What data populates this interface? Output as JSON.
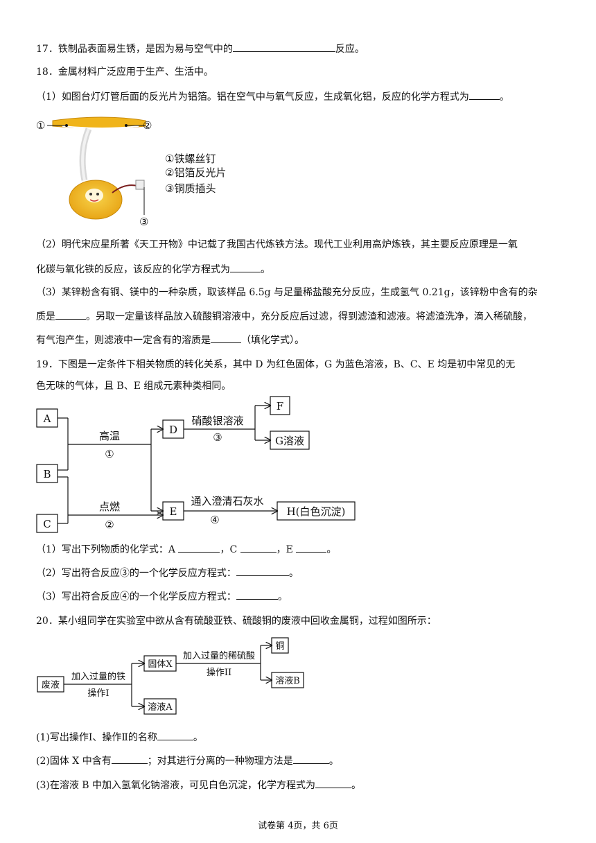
{
  "q17": {
    "before": "17．铁制品表面易生锈，是因为易与空气中的",
    "after": "反应。"
  },
  "q18": {
    "stem": "18．金属材料广泛应用于生产、生活中。",
    "p1": {
      "before": "（1）如图台灯灯管后面的反光片为铝箔。铝在空气中与氧气反应，生成氧化铝，反应的化学方程式为",
      "after": "。"
    },
    "lamp": {
      "m1": "①",
      "m2": "②",
      "m3": "③",
      "legend": [
        "①铁螺丝钉",
        "②铝箔反光片",
        "③铜质插头"
      ]
    },
    "p2_l1": "（2）明代宋应星所著《天工开物》中记载了我国古代炼铁方法。现代工业利用高炉炼铁，其主要反应原理是一氧",
    "p2_l2_before": "化碳与氧化铁的反应，该反应的化学方程式为",
    "p2_l2_after": "。",
    "p3_l1": "（3）某锌粉含有铜、镁中的一种杂质，取该样品 6.5g 与足量稀盐酸充分反应，生成氢气 0.21g，该锌粉中含有的杂",
    "p3_l2_before": "质是",
    "p3_l2_after": "。另取一定量该样品放入硫酸铜溶液中，充分反应后过滤，得到滤渣和滤液。将滤渣洗净，滴入稀硫酸，",
    "p3_l3_before": "有气泡产生，则滤液中一定含有的溶质是",
    "p3_l3_after": "（填化学式）。"
  },
  "q19": {
    "stem_l1": "19．下图是一定条件下相关物质的转化关系，其中  D  为红色固体，G  为蓝色溶液，B、C、E  均是初中常见的无",
    "stem_l2": "色无味的气体，且  B、E  组成元素种类相同。",
    "diagram": {
      "A": "A",
      "B": "B",
      "C": "C",
      "D": "D",
      "E": "E",
      "F": "F",
      "G": "G溶液",
      "H": "H(白色沉淀)",
      "cond1": "高温",
      "num1": "①",
      "cond2": "点燃",
      "num2": "②",
      "cond3": "硝酸银溶液",
      "num3": "③",
      "cond4": "通入澄清石灰水",
      "num4": "④"
    },
    "p1": {
      "t1": "（1）写出下列物质的化学式：A ",
      "t2": "，C ",
      "t3": "，E ",
      "t4": "。"
    },
    "p2": {
      "before": "（2）写出符合反应③的一个化学反应方程式：",
      "after": "。"
    },
    "p3": {
      "before": "（3）写出符合反应④的一个化学反应方程式：",
      "after": "。"
    }
  },
  "q20": {
    "stem": "20．某小组同学在实验室中欲从含有硫酸亚铁、硫酸铜的废液中回收金属铜，过程如图所示：",
    "diagram": {
      "waste": "废液",
      "add_fe": "加入过量的铁",
      "op1": "操作I",
      "solid_x": "固体X",
      "solution_a": "溶液A",
      "add_acid": "加入过量的稀硫酸",
      "op2": "操作II",
      "copper": "铜",
      "solution_b": "溶液B"
    },
    "p1": {
      "before": "(1)写出操作Ⅰ、操作Ⅱ的名称",
      "after": "。"
    },
    "p2": {
      "t1": "(2)固体 X 中含有",
      "t2": "；对其进行分离的一种物理方法是",
      "t3": "。"
    },
    "p3": {
      "before": "(3)在溶液 B 中加入氢氧化钠溶液，可见白色沉淀，化学方程式为",
      "after": "。"
    }
  },
  "footer": "试卷第 4页，共 6页"
}
